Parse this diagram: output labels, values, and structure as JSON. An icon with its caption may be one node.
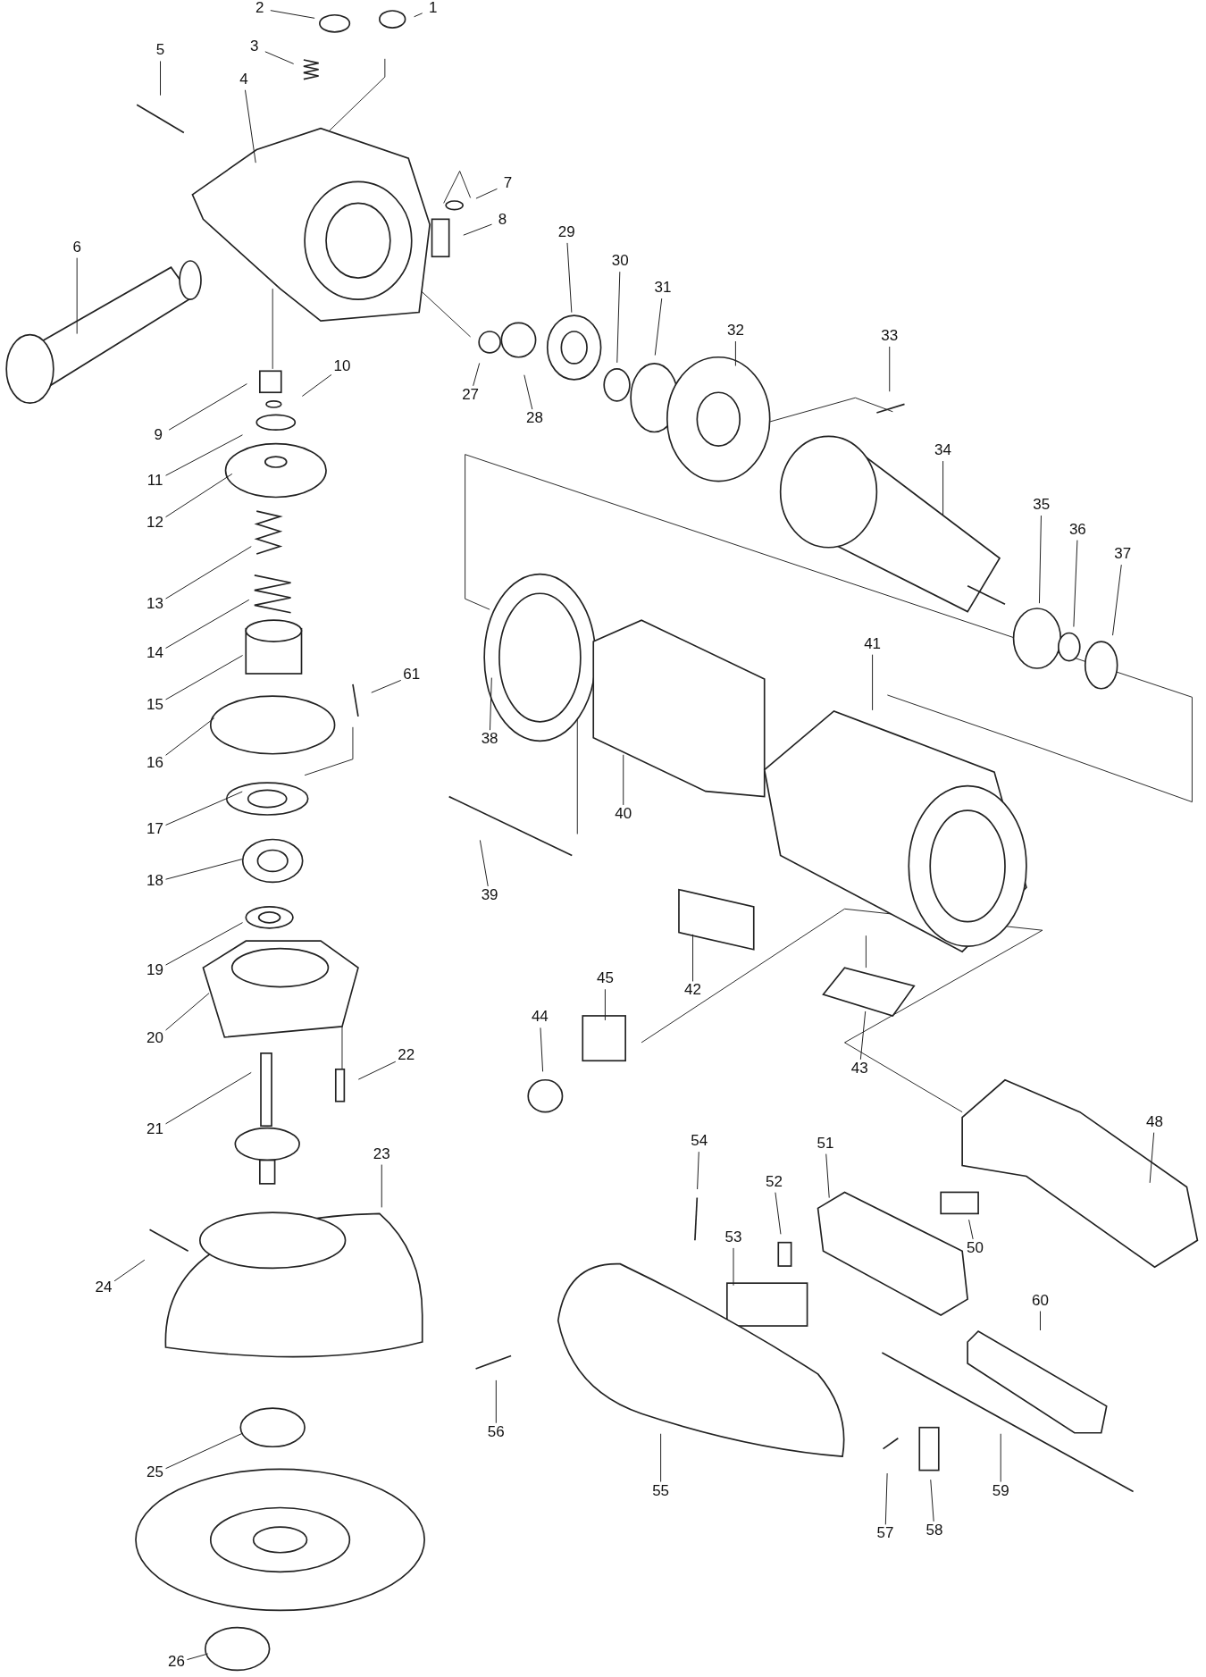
{
  "diagram": {
    "nodes": [
      {
        "text": [
          "1"
        ]
      },
      {
        "text": [
          "2"
        ]
      },
      {
        "text": [
          "3"
        ]
      },
      {
        "text": [
          "4"
        ]
      },
      {
        "text": [
          "5"
        ]
      },
      {
        "text": [
          "6"
        ]
      },
      {
        "text": [
          "7"
        ]
      },
      {
        "text": [
          "8"
        ]
      },
      {
        "text": [
          "9"
        ]
      },
      {
        "text": [
          "10"
        ]
      },
      {
        "text": [
          "11"
        ]
      },
      {
        "text": [
          "12"
        ]
      },
      {
        "text": [
          "13"
        ]
      },
      {
        "text": [
          "14"
        ]
      },
      {
        "text": [
          "15"
        ]
      },
      {
        "text": [
          "16"
        ]
      },
      {
        "text": [
          "17"
        ]
      },
      {
        "text": [
          "18"
        ]
      },
      {
        "text": [
          "19"
        ]
      },
      {
        "text": [
          "20"
        ]
      },
      {
        "text": [
          "21"
        ]
      },
      {
        "text": [
          "22"
        ]
      },
      {
        "text": [
          "23"
        ]
      },
      {
        "text": [
          "24"
        ]
      },
      {
        "text": [
          "25"
        ]
      },
      {
        "text": [
          "26"
        ]
      },
      {
        "text": [
          "27"
        ]
      },
      {
        "text": [
          "28"
        ]
      },
      {
        "text": [
          "29"
        ]
      },
      {
        "text": [
          "30"
        ]
      },
      {
        "text": [
          "31"
        ]
      },
      {
        "text": [
          "32"
        ]
      },
      {
        "text": [
          "33"
        ]
      },
      {
        "text": [
          "34"
        ]
      },
      {
        "text": [
          "35"
        ]
      },
      {
        "text": [
          "36"
        ]
      },
      {
        "text": [
          "37"
        ]
      },
      {
        "text": [
          "38"
        ]
      },
      {
        "text": [
          "39"
        ]
      },
      {
        "text": [
          "40"
        ]
      },
      {
        "text": [
          "41"
        ]
      },
      {
        "text": [
          "42"
        ]
      },
      {
        "text": [
          "43"
        ]
      },
      {
        "text": [
          "44"
        ]
      },
      {
        "text": [
          "45"
        ]
      },
      {
        "text": [
          "48"
        ]
      },
      {
        "text": [
          "50"
        ]
      },
      {
        "text": [
          "51"
        ]
      },
      {
        "text": [
          "52"
        ]
      },
      {
        "text": [
          "53"
        ]
      },
      {
        "text": [
          "54"
        ]
      },
      {
        "text": [
          "55"
        ]
      },
      {
        "text": [
          "56"
        ]
      },
      {
        "text": [
          "57"
        ]
      },
      {
        "text": [
          "58"
        ]
      },
      {
        "text": [
          "59"
        ]
      },
      {
        "text": [
          "60"
        ]
      },
      {
        "text": [
          "61"
        ]
      }
    ],
    "edges": [
      {
        "from": 0,
        "to": null,
        "arrow": "none"
      },
      {
        "from": 1,
        "to": null,
        "arrow": "none"
      },
      {
        "from": 2,
        "to": null,
        "arrow": "none"
      },
      {
        "from": 3,
        "to": null,
        "arrow": "none"
      },
      {
        "from": 4,
        "to": null,
        "arrow": "none"
      },
      {
        "from": 5,
        "to": null,
        "arrow": "none"
      },
      {
        "from": 6,
        "to": null,
        "arrow": "none"
      },
      {
        "from": 7,
        "to": null,
        "arrow": "none"
      },
      {
        "from": 8,
        "to": null,
        "arrow": "none"
      },
      {
        "from": 9,
        "to": null,
        "arrow": "none"
      },
      {
        "from": 10,
        "to": null,
        "arrow": "none"
      },
      {
        "from": 11,
        "to": null,
        "arrow": "none"
      },
      {
        "from": 12,
        "to": null,
        "arrow": "none"
      },
      {
        "from": 13,
        "to": null,
        "arrow": "none"
      },
      {
        "from": 14,
        "to": null,
        "arrow": "none"
      },
      {
        "from": 15,
        "to": null,
        "arrow": "none"
      },
      {
        "from": 16,
        "to": null,
        "arrow": "none"
      },
      {
        "from": 17,
        "to": null,
        "arrow": "none"
      },
      {
        "from": 18,
        "to": null,
        "arrow": "none"
      },
      {
        "from": 19,
        "to": null,
        "arrow": "none"
      },
      {
        "from": 20,
        "to": null,
        "arrow": "none"
      },
      {
        "from": 21,
        "to": null,
        "arrow": "none"
      },
      {
        "from": 22,
        "to": null,
        "arrow": "none"
      },
      {
        "from": 23,
        "to": null,
        "arrow": "none"
      },
      {
        "from": 24,
        "to": null,
        "arrow": "none"
      },
      {
        "from": 25,
        "to": null,
        "arrow": "none"
      },
      {
        "from": 26,
        "to": null,
        "arrow": "none"
      },
      {
        "from": 27,
        "to": null,
        "arrow": "none"
      },
      {
        "from": 28,
        "to": null,
        "arrow": "none"
      },
      {
        "from": 29,
        "to": null,
        "arrow": "none"
      },
      {
        "from": 30,
        "to": null,
        "arrow": "none"
      },
      {
        "from": 31,
        "to": null,
        "arrow": "none"
      },
      {
        "from": 32,
        "to": null,
        "arrow": "none"
      },
      {
        "from": 33,
        "to": null,
        "arrow": "none"
      },
      {
        "from": 34,
        "to": null,
        "arrow": "none"
      },
      {
        "from": 35,
        "to": null,
        "arrow": "none"
      },
      {
        "from": 36,
        "to": null,
        "arrow": "none"
      },
      {
        "from": 37,
        "to": null,
        "arrow": "none"
      },
      {
        "from": 38,
        "to": null,
        "arrow": "none"
      },
      {
        "from": 39,
        "to": null,
        "arrow": "none"
      },
      {
        "from": 40,
        "to": null,
        "arrow": "none"
      },
      {
        "from": 41,
        "to": null,
        "arrow": "none"
      },
      {
        "from": 42,
        "to": null,
        "arrow": "none"
      },
      {
        "from": 43,
        "to": null,
        "arrow": "none"
      },
      {
        "from": 44,
        "to": null,
        "arrow": "none"
      },
      {
        "from": 45,
        "to": null,
        "arrow": "none"
      },
      {
        "from": 46,
        "to": null,
        "arrow": "none"
      },
      {
        "from": 47,
        "to": null,
        "arrow": "none"
      },
      {
        "from": 48,
        "to": null,
        "arrow": "none"
      },
      {
        "from": 49,
        "to": null,
        "arrow": "none"
      },
      {
        "from": 50,
        "to": null,
        "arrow": "none"
      },
      {
        "from": 51,
        "to": null,
        "arrow": "none"
      },
      {
        "from": 52,
        "to": null,
        "arrow": "none"
      },
      {
        "from": 53,
        "to": null,
        "arrow": "none"
      },
      {
        "from": 54,
        "to": null,
        "arrow": "none"
      },
      {
        "from": 55,
        "to": null,
        "arrow": "none"
      },
      {
        "from": 56,
        "to": null,
        "arrow": "none"
      },
      {
        "from": 57,
        "to": null,
        "arrow": "none"
      }
    ]
  }
}
